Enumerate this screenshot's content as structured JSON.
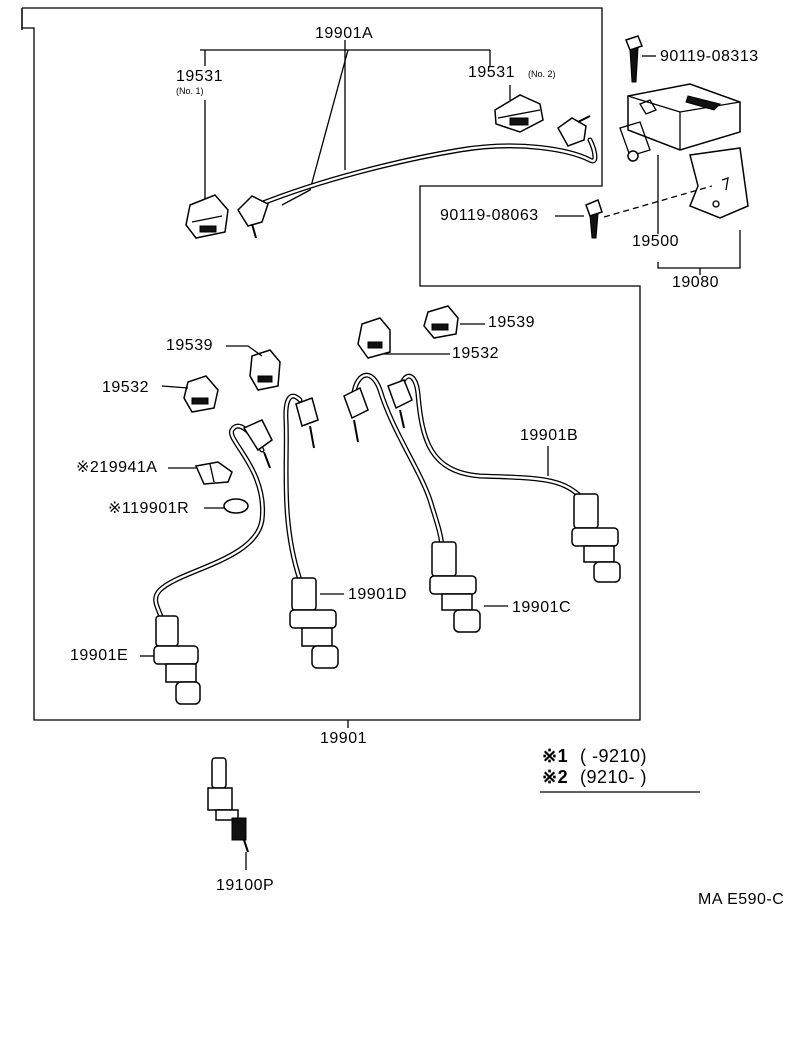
{
  "labels": {
    "p19901A": "19901A",
    "p19531_no1": "19531",
    "p19531_no1_sub": "(No. 1)",
    "p19531_no2": "19531",
    "p19531_no2_sub": "(No. 2)",
    "p90119_08313": "90119-08313",
    "p90119_08063": "90119-08063",
    "p19500": "19500",
    "p19080": "19080",
    "p19539_left": "19539",
    "p19539_right": "19539",
    "p19532_left": "19532",
    "p19532_right": "19532",
    "p19901B": "19901B",
    "p19941A": "※219941A",
    "p19901R": "※119901R",
    "p19901D": "19901D",
    "p19901C": "19901C",
    "p19901E": "19901E",
    "p19901": "19901",
    "p19100P": "19100P"
  },
  "legend": {
    "line1_mark": "※1",
    "line1_text": "(      -9210)",
    "line2_mark": "※2",
    "line2_text": "(9210-       )"
  },
  "figure_code": "MA E590-C"
}
